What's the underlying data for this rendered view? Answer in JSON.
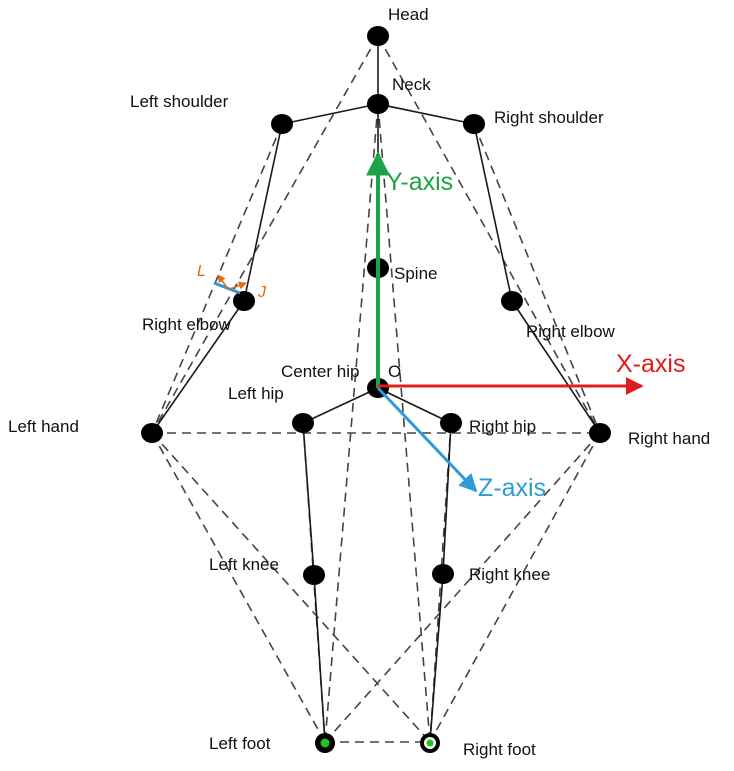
{
  "labels": {
    "head": "Head",
    "neck": "Neck",
    "left_shoulder": "Left shoulder",
    "right_shoulder": "Right shoulder",
    "spine": "Spine",
    "right_elbow_left_side": "Right elbow",
    "right_elbow_right_side": "Right elbow",
    "center_hip": "Center hip",
    "origin": "O",
    "left_hip": "Left hip",
    "right_hip": "Right hip",
    "left_hand": "Left hand",
    "right_hand": "Right hand",
    "left_knee": "Left knee",
    "right_knee": "Right knee",
    "left_foot": "Left foot",
    "right_foot": "Right foot"
  },
  "axes": {
    "x": "X-axis",
    "y": "Y-axis",
    "z": "Z-axis"
  },
  "markers": {
    "l": "L",
    "j": "J"
  },
  "colors": {
    "x_axis": "#e01b1b",
    "y_axis": "#1aa348",
    "z_axis": "#2f9ad8",
    "marker": "#e06a10",
    "foot_fill": "#1ec31e"
  }
}
